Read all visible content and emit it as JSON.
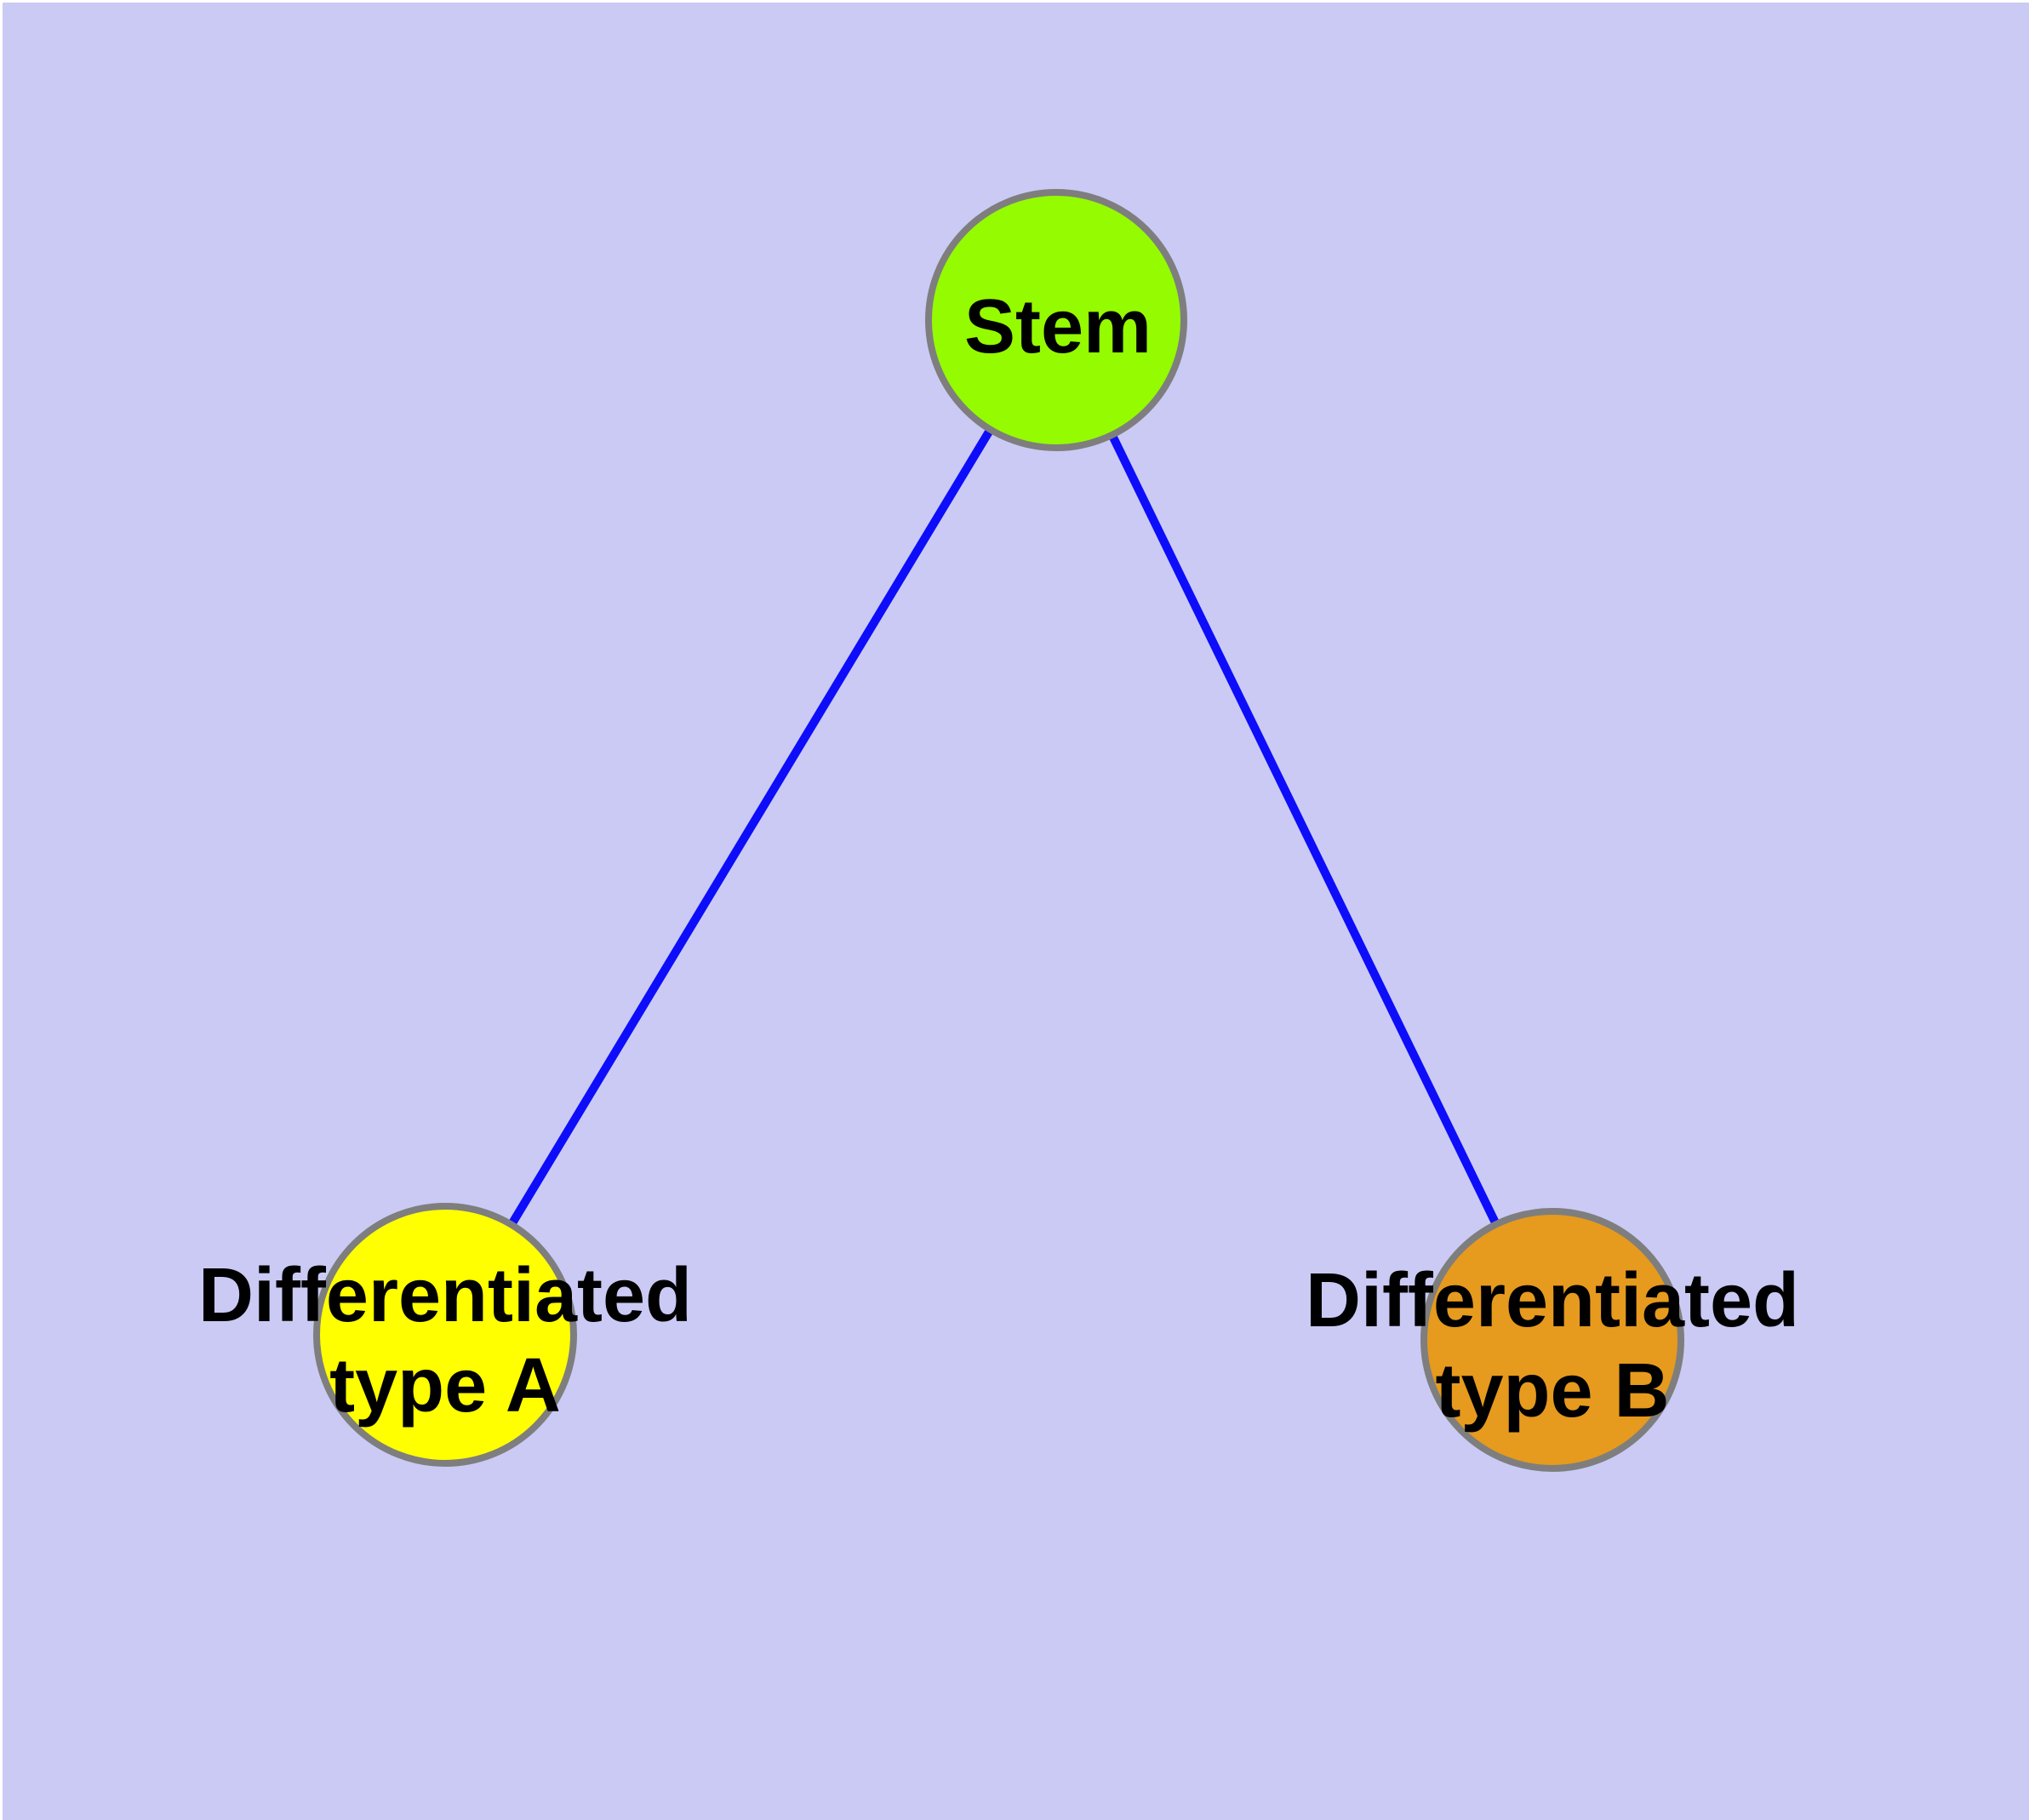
{
  "diagram": {
    "type": "graph",
    "background_color": "#CACAF5",
    "edge_color": "#0D0DFA",
    "node_border_color": "#7E7E7E",
    "label_color": "#000000",
    "nodes": [
      {
        "id": "stem",
        "label": "Stem",
        "lines": [
          "Stem"
        ],
        "color": "#95FB00"
      },
      {
        "id": "differentiated-type-a",
        "label": "Differentiated type A",
        "lines": [
          "Differentiated",
          "type A"
        ],
        "color": "#FFFF00"
      },
      {
        "id": "differentiated-type-b",
        "label": "Differentiated type B",
        "lines": [
          "Differentiated",
          "type B"
        ],
        "color": "#E69A1E"
      }
    ],
    "edges": [
      {
        "from": "Stem",
        "to": "Differentiated type A"
      },
      {
        "from": "Stem",
        "to": "Differentiated type B"
      }
    ]
  }
}
